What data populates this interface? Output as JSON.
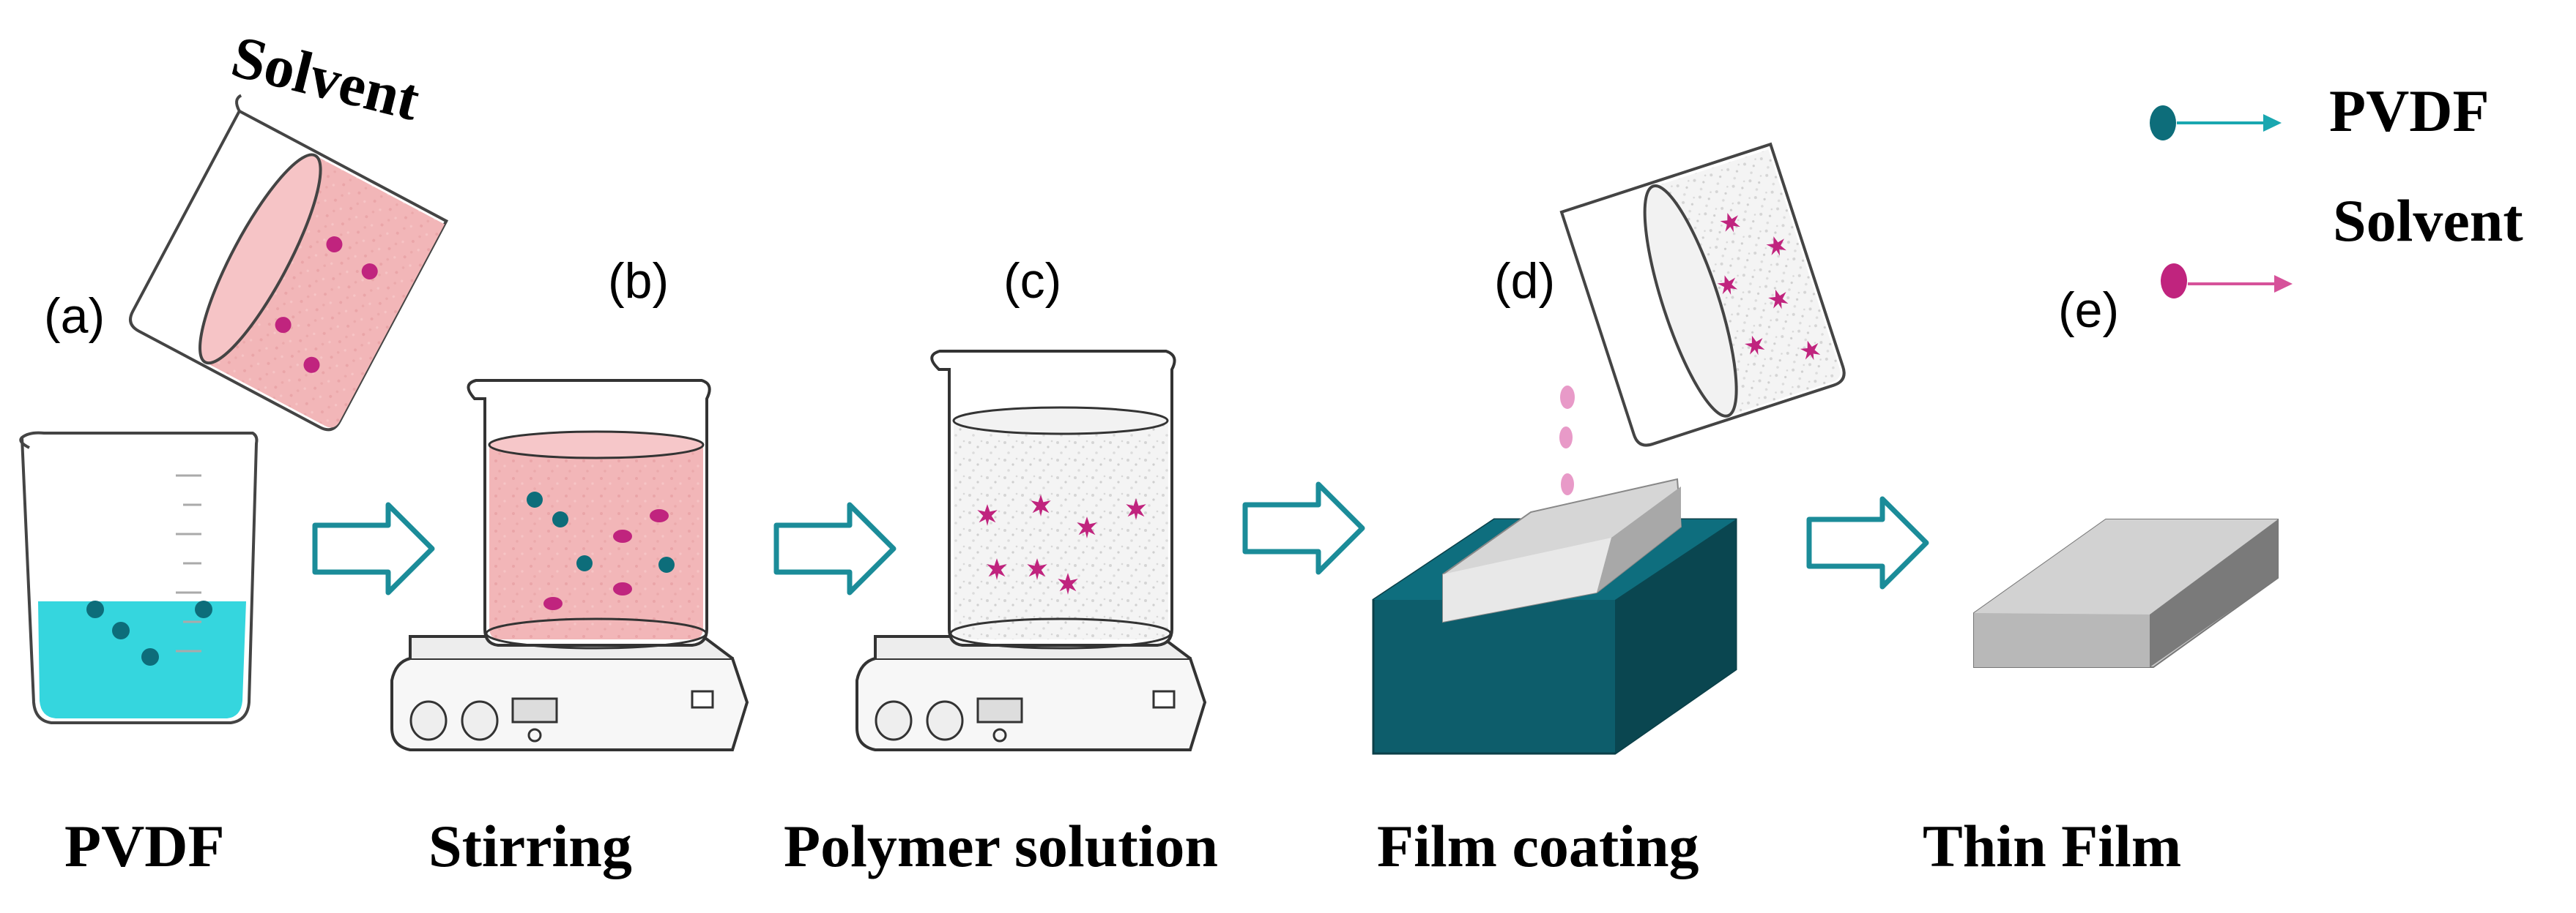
{
  "labels": {
    "solvent_pour": "Solvent",
    "step_a": "(a)",
    "step_b": "(b)",
    "step_c": "(c)",
    "step_d": "(d)",
    "step_e": "(e)"
  },
  "captions": {
    "a": "PVDF",
    "b": "Stirring",
    "c": "Polymer solution",
    "d": "Film coating",
    "e": "Thin Film"
  },
  "legend": {
    "pvdf": "PVDF",
    "solvent": "Solvent"
  },
  "colors": {
    "pvdf_dot": "#0d6d7a",
    "solvent_dot": "#c0247e",
    "water": "#35d6de",
    "pink_liquid": "#f2b6b8",
    "arrow": "#1b8c99",
    "legend_pvdf_arrow": "#1aa7b0",
    "legend_solvent_arrow": "#d6529a",
    "coating_block": "#0d5d6b",
    "film": "#c9c9c9"
  }
}
